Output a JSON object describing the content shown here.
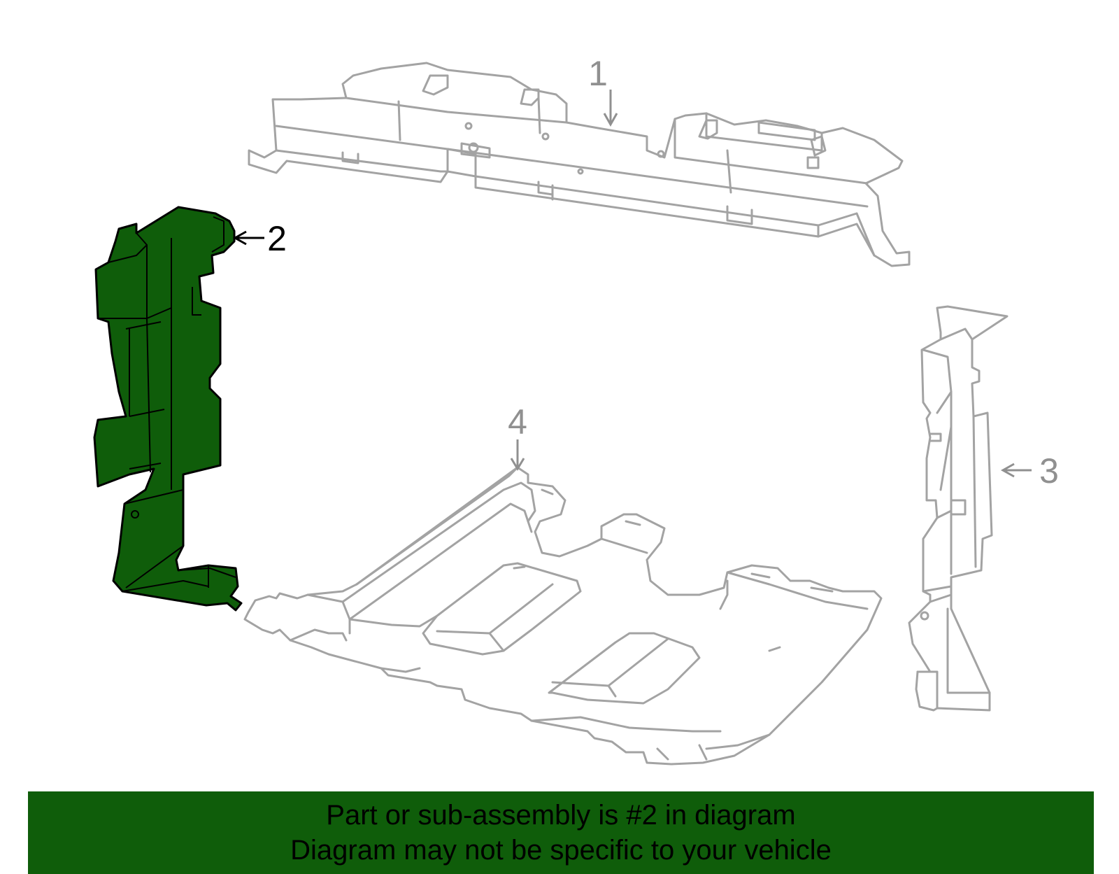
{
  "callouts": {
    "c1": "1",
    "c2": "2",
    "c3": "3",
    "c4": "4"
  },
  "colors": {
    "highlight": "#0f5d0a",
    "outline": "#a3a3a3",
    "banner": "#0f5d0a"
  },
  "banner": {
    "line1": "Part or sub-assembly is #2 in diagram",
    "line2": "Diagram may not be specific to your vehicle"
  }
}
